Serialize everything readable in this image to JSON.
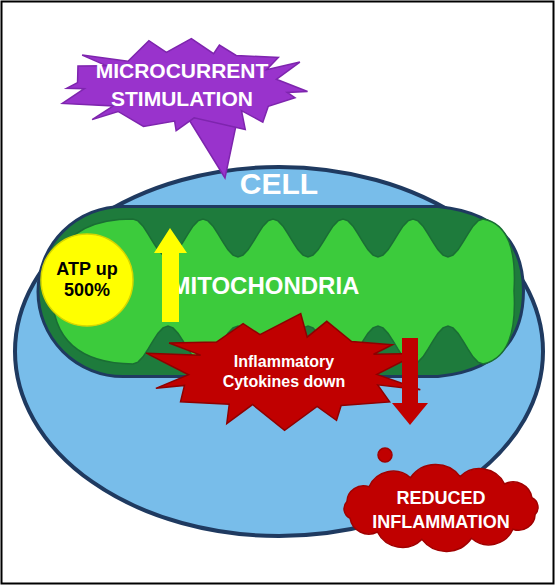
{
  "diagram": {
    "nodes": [
      {
        "text": [
          "MICROCURRENT STIMULATION"
        ]
      },
      {
        "text": [
          "CELL"
        ]
      },
      {
        "text": [
          "MITOCHONDRIA"
        ],
        "in": 1
      },
      {
        "text": [
          "ATP up 500%"
        ],
        "in": 2
      },
      {
        "text": [
          "Inflammatory Cytokines down"
        ],
        "in": 1
      },
      {
        "text": [
          "REDUCED INFLAMMATION"
        ]
      }
    ],
    "edges": [
      {
        "from": 4,
        "to": 5,
        "arrow": "to"
      }
    ]
  }
}
